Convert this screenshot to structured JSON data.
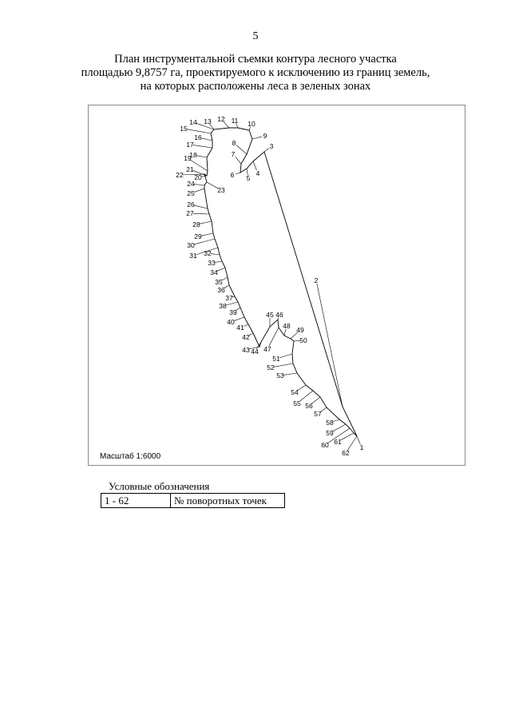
{
  "page_number": "5",
  "title_lines": [
    "План инструментальной съемки контура лесного участка",
    "площадью 9,8757 га, проектируемого к исключению из границ земель,",
    "на которых расположены леса в зеленых зонах"
  ],
  "map": {
    "scale_label": "Масштаб 1:6000",
    "points": [
      {
        "n": "1"
      },
      {
        "n": "2"
      },
      {
        "n": "3"
      },
      {
        "n": "4"
      },
      {
        "n": "5"
      },
      {
        "n": "6"
      },
      {
        "n": "7"
      },
      {
        "n": "8"
      },
      {
        "n": "9"
      },
      {
        "n": "10"
      },
      {
        "n": "11"
      },
      {
        "n": "12"
      },
      {
        "n": "13"
      },
      {
        "n": "14"
      },
      {
        "n": "15"
      },
      {
        "n": "16"
      },
      {
        "n": "17"
      },
      {
        "n": "18"
      },
      {
        "n": "19"
      },
      {
        "n": "20"
      },
      {
        "n": "21"
      },
      {
        "n": "22"
      },
      {
        "n": "23"
      },
      {
        "n": "24"
      },
      {
        "n": "25"
      },
      {
        "n": "26"
      },
      {
        "n": "27"
      },
      {
        "n": "28"
      },
      {
        "n": "29"
      },
      {
        "n": "30"
      },
      {
        "n": "31"
      },
      {
        "n": "32"
      },
      {
        "n": "33"
      },
      {
        "n": "34"
      },
      {
        "n": "35"
      },
      {
        "n": "36"
      },
      {
        "n": "37"
      },
      {
        "n": "38"
      },
      {
        "n": "39"
      },
      {
        "n": "40"
      },
      {
        "n": "41"
      },
      {
        "n": "42"
      },
      {
        "n": "43"
      },
      {
        "n": "44"
      },
      {
        "n": "45"
      },
      {
        "n": "46"
      },
      {
        "n": "47"
      },
      {
        "n": "48"
      },
      {
        "n": "49"
      },
      {
        "n": "50"
      },
      {
        "n": "51"
      },
      {
        "n": "52"
      },
      {
        "n": "53"
      },
      {
        "n": "54"
      },
      {
        "n": "55"
      },
      {
        "n": "56"
      },
      {
        "n": "57"
      },
      {
        "n": "58"
      },
      {
        "n": "59"
      },
      {
        "n": "60"
      },
      {
        "n": "61"
      },
      {
        "n": "62"
      }
    ]
  },
  "legend": {
    "caption": "Условные обозначения",
    "rows": [
      {
        "symbol": "1 - 62",
        "meaning": "№ поворотных точек"
      }
    ]
  }
}
